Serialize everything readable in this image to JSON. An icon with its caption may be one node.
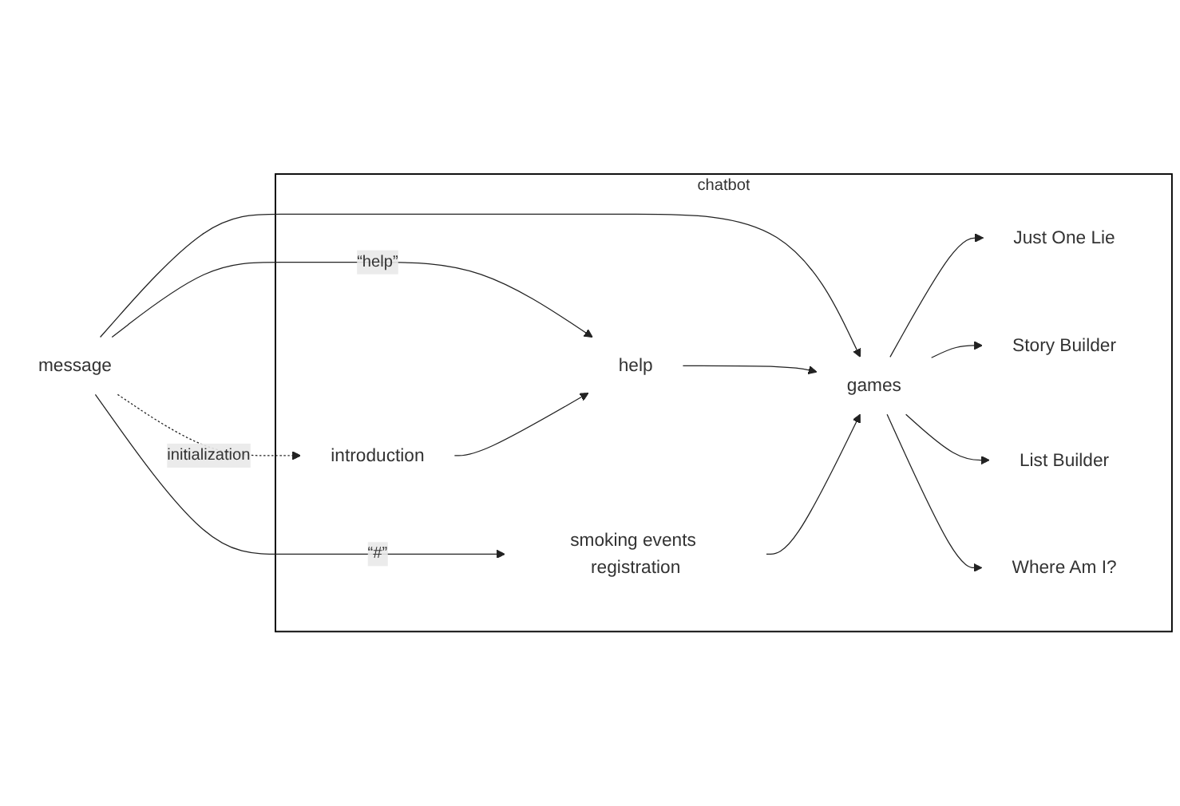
{
  "diagram": {
    "nodes": [
      {
        "text": [
          "chatbot"
        ]
      },
      {
        "text": [
          "message"
        ]
      },
      {
        "text": [
          "introduction"
        ],
        "in": 0
      },
      {
        "text": [
          "help"
        ],
        "in": 0
      },
      {
        "text": [
          "games"
        ],
        "in": 0
      },
      {
        "text": [
          "smoking events registration"
        ],
        "in": 0
      },
      {
        "text": [
          "Just One Lie"
        ],
        "in": 0
      },
      {
        "text": [
          "Story Builder"
        ],
        "in": 0
      },
      {
        "text": [
          "List Builder"
        ],
        "in": 0
      },
      {
        "text": [
          "Where Am I?"
        ],
        "in": 0
      }
    ],
    "edges": [
      {
        "from": 1,
        "to": 2,
        "arrow": "to",
        "label": "initialization",
        "style": "dashed"
      },
      {
        "from": 1,
        "to": 3,
        "arrow": "to",
        "label": "“help”"
      },
      {
        "from": 1,
        "to": 4,
        "arrow": "to"
      },
      {
        "from": 1,
        "to": 5,
        "arrow": "to",
        "label": "“#”"
      },
      {
        "from": 2,
        "to": 3,
        "arrow": "to"
      },
      {
        "from": 3,
        "to": 4,
        "arrow": "to"
      },
      {
        "from": 5,
        "to": 4,
        "arrow": "to"
      },
      {
        "from": 4,
        "to": 6,
        "arrow": "to"
      },
      {
        "from": 4,
        "to": 7,
        "arrow": "to"
      },
      {
        "from": 4,
        "to": 8,
        "arrow": "to"
      },
      {
        "from": 4,
        "to": 9,
        "arrow": "to"
      }
    ]
  }
}
